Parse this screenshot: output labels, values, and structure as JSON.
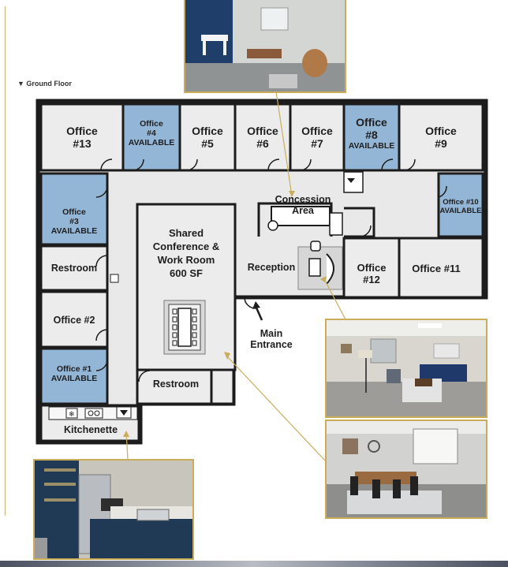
{
  "floor_label": "▼ Ground Floor",
  "rooms": {
    "office13": {
      "name": "Office",
      "num": "#13"
    },
    "office4": {
      "name": "Office",
      "num": "#4",
      "status": "AVAILABLE"
    },
    "office5": {
      "name": "Office",
      "num": "#5"
    },
    "office6": {
      "name": "Office",
      "num": "#6"
    },
    "office7": {
      "name": "Office",
      "num": "#7"
    },
    "office8": {
      "name": "Office",
      "num": "#8",
      "status": "AVAILABLE"
    },
    "office9": {
      "name": "Office",
      "num": "#9"
    },
    "office3": {
      "name": "Office",
      "num": "#3",
      "status": "AVAILABLE"
    },
    "office10": {
      "name": "Office #10",
      "status": "AVAILABLE"
    },
    "concession": {
      "line1": "Concession",
      "line2": "Area"
    },
    "shared": {
      "line1": "Shared",
      "line2": "Conference &",
      "line3": "Work Room",
      "line4": "600 SF"
    },
    "reception": "Reception",
    "restroom_left": "Restroom",
    "office12": {
      "name": "Office",
      "num": "#12"
    },
    "office11": "Office #11",
    "office2": "Office #2",
    "office1": {
      "name": "Office #1",
      "status": "AVAILABLE"
    },
    "restroom_bottom": "Restroom",
    "kitchenette": "Kitchenette",
    "main_entrance": {
      "line1": "Main",
      "line2": "Entrance"
    }
  },
  "colors": {
    "wall": "#1c1c1c",
    "room": "#ececec",
    "available": "#94b6d6",
    "accent": "#c9ad5b"
  },
  "photos": [
    "office-photo",
    "reception-photo",
    "conference-photo",
    "kitchenette-photo"
  ]
}
